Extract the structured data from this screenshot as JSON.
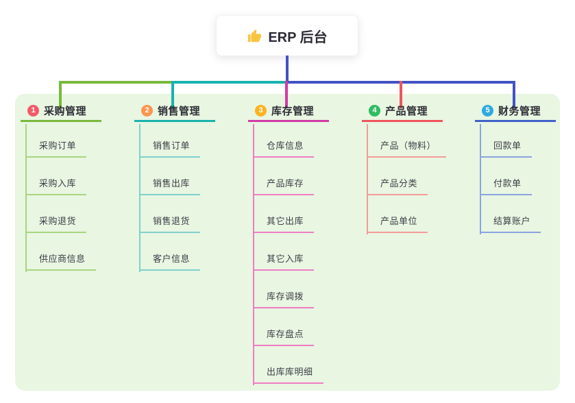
{
  "root": {
    "label": "ERP 后台",
    "icon": "thumbs-up-icon",
    "icon_color": "#f9c440"
  },
  "connector": {
    "color": "#4253c4"
  },
  "panel": {
    "background": "#e8f6e2"
  },
  "branches": [
    {
      "num": "1",
      "label": "采购管理",
      "badge_color": "#f25a68",
      "line_color": "#79b93c",
      "child_line_color": "#a9d57f",
      "children": [
        "采购订单",
        "采购入库",
        "采购退货",
        "供应商信息"
      ]
    },
    {
      "num": "2",
      "label": "销售管理",
      "badge_color": "#fc9550",
      "line_color": "#17b3ac",
      "child_line_color": "#7fd1cb",
      "children": [
        "销售订单",
        "销售出库",
        "销售退货",
        "客户信息"
      ]
    },
    {
      "num": "3",
      "label": "库存管理",
      "badge_color": "#fcb21f",
      "line_color": "#d23aa5",
      "child_line_color": "#f07cc3",
      "children": [
        "仓库信息",
        "产品库存",
        "其它出库",
        "其它入库",
        "库存调拨",
        "库存盘点",
        "出库库明细"
      ]
    },
    {
      "num": "4",
      "label": "产品管理",
      "badge_color": "#2ebd60",
      "line_color": "#f0545c",
      "child_line_color": "#f59b98",
      "children": [
        "产品（物料）",
        "产品分类",
        "产品单位"
      ]
    },
    {
      "num": "5",
      "label": "财务管理",
      "badge_color": "#30a9e0",
      "line_color": "#4161c9",
      "child_line_color": "#8ba3de",
      "children": [
        "回款单",
        "付款单",
        "结算账户"
      ]
    }
  ]
}
